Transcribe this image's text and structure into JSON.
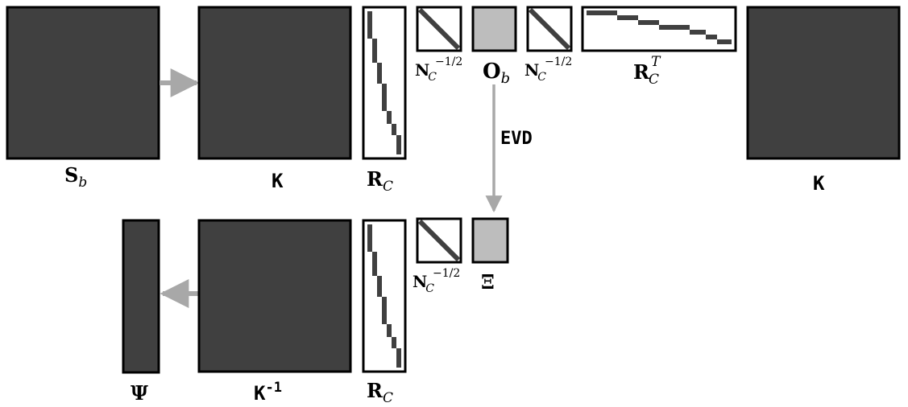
{
  "colors": {
    "dark_fill": "#404040",
    "light_fill": "#bdbdbd",
    "stroke": "#000000",
    "arrow": "#a8a8a8",
    "background": "#ffffff"
  },
  "labels": {
    "s_b": {
      "main": "S",
      "sub": "b"
    },
    "k_top": {
      "main": "K"
    },
    "rc_top": {
      "main": "R",
      "sub": "C"
    },
    "nc_left_top": {
      "main": "N",
      "sub": "C",
      "sup": "−1/2"
    },
    "ob": {
      "main": "O",
      "sub": "b"
    },
    "nc_right_top": {
      "main": "N",
      "sub": "C",
      "sup": "−1/2"
    },
    "rct": {
      "main": "R",
      "sub": "C",
      "sup": "T"
    },
    "k_right": {
      "main": "K"
    },
    "evd": {
      "main": "EVD"
    },
    "psi": {
      "main": "Ψ"
    },
    "k_inv": {
      "main": "K",
      "sup": "-1"
    },
    "rc_bottom": {
      "main": "R",
      "sub": "C"
    },
    "nc_bottom": {
      "main": "N",
      "sub": "C",
      "sup": "−1/2"
    },
    "xi": {
      "main": "Ξ"
    }
  }
}
